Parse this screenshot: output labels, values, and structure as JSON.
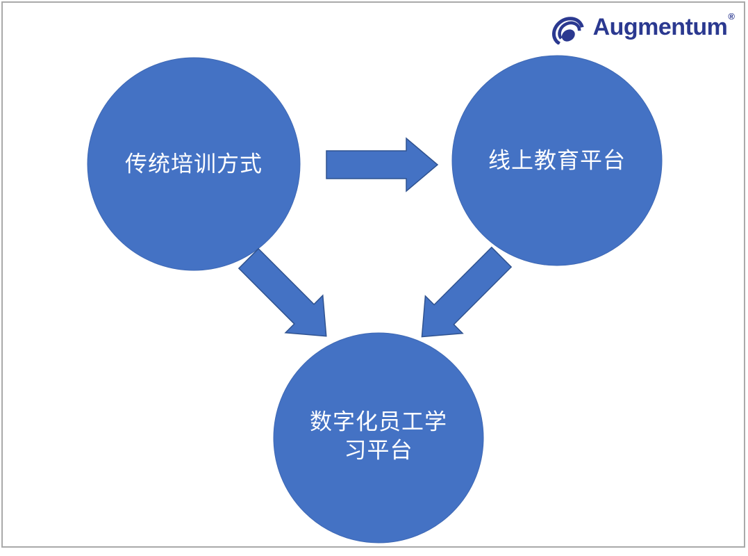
{
  "slide": {
    "background": "#ffffff",
    "border_color": "#a9a9a9"
  },
  "logo": {
    "brand": "Augmentum",
    "registered_mark": "®",
    "color": "#2b3990",
    "icon": "augmentum-swirl"
  },
  "diagram": {
    "colors": {
      "node_fill": "#4472c4",
      "node_outline": "#3e68b4",
      "arrow_fill": "#4472c4",
      "arrow_outline": "#2f528f",
      "label_color": "#ffffff"
    },
    "nodes": [
      {
        "id": "traditional-training",
        "label": "传统培训方式"
      },
      {
        "id": "online-education-platform",
        "label": "线上教育平台"
      },
      {
        "id": "digital-employee-learning-platform",
        "label": "数字化员工学习平台"
      }
    ],
    "arrows": [
      {
        "id": "traditional-to-online",
        "from": "传统培训方式",
        "to": "线上教育平台",
        "direction": "right"
      },
      {
        "id": "traditional-to-digital",
        "from": "传统培训方式",
        "to": "数字化员工学习平台",
        "direction": "down-right"
      },
      {
        "id": "online-to-digital",
        "from": "线上教育平台",
        "to": "数字化员工学习平台",
        "direction": "down-left"
      }
    ]
  }
}
